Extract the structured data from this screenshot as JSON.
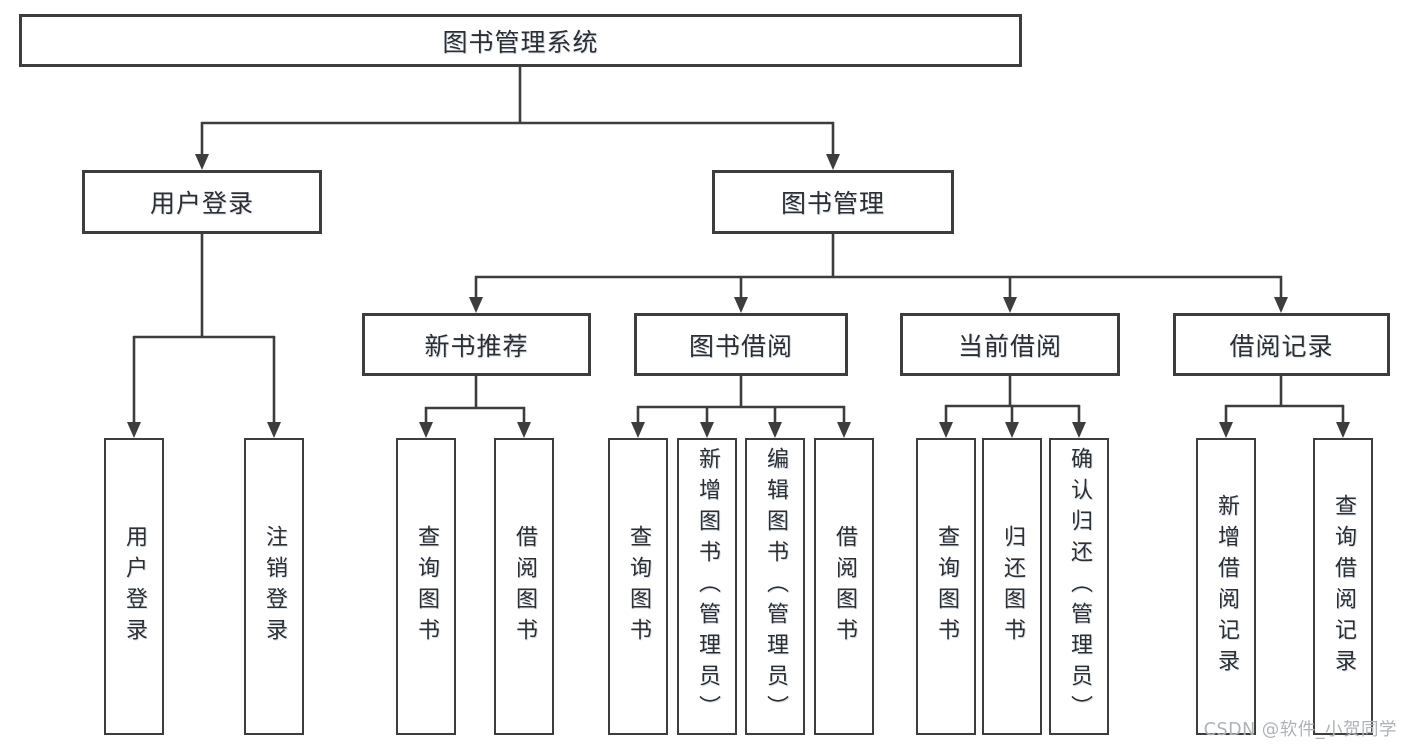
{
  "diagram_type": "hierarchy-tree",
  "colors": {
    "background": "#ffffff",
    "line": "#3d3d3d",
    "box_border": "#3d3d3d",
    "text": "#2e2e2e",
    "watermark": "#aeb3b8"
  },
  "tree": {
    "label": "图书管理系统",
    "children": [
      {
        "label": "用户登录",
        "children": [
          {
            "label": "用户登录"
          },
          {
            "label": "注销登录"
          }
        ]
      },
      {
        "label": "图书管理",
        "children": [
          {
            "label": "新书推荐",
            "children": [
              {
                "label": "查询图书"
              },
              {
                "label": "借阅图书"
              }
            ]
          },
          {
            "label": "图书借阅",
            "children": [
              {
                "label": "查询图书"
              },
              {
                "label": "新增图书（管理员）"
              },
              {
                "label": "编辑图书（管理员）"
              },
              {
                "label": "借阅图书"
              }
            ]
          },
          {
            "label": "当前借阅",
            "children": [
              {
                "label": "查询图书"
              },
              {
                "label": "归还图书"
              },
              {
                "label": "确认归还（管理员）"
              }
            ]
          },
          {
            "label": "借阅记录",
            "children": [
              {
                "label": "新增借阅记录"
              },
              {
                "label": "查询借阅记录"
              }
            ]
          }
        ]
      }
    ]
  },
  "watermark": {
    "text": "CSDN @软件_小贺同学"
  }
}
